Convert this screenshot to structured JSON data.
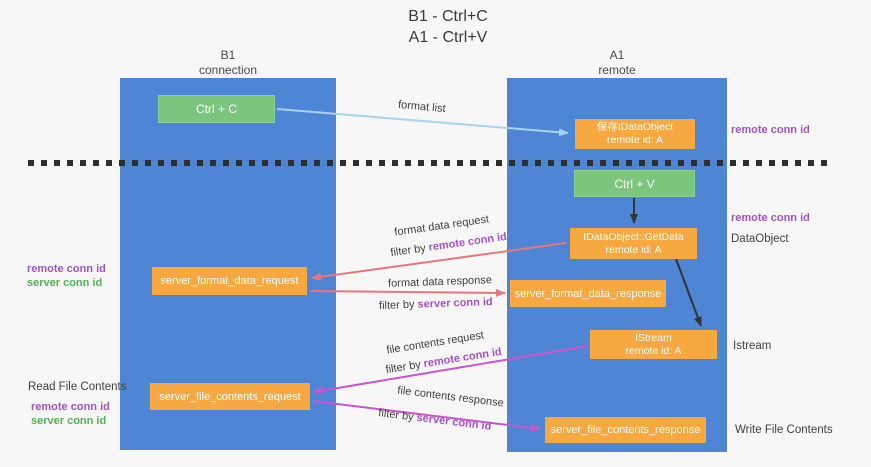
{
  "title": {
    "line1": "B1 - Ctrl+C",
    "line2": "A1 - Ctrl+V"
  },
  "lanes": {
    "left": {
      "name": "B1",
      "role": "connection"
    },
    "right": {
      "name": "A1",
      "role": "remote"
    }
  },
  "nodes": {
    "ctrl_c": {
      "label": "Ctrl + C"
    },
    "ctrl_v": {
      "label": "Ctrl + V"
    },
    "save_dataobject": {
      "line1": "保存IDataObject",
      "line2": "remote id: A"
    },
    "getdata": {
      "line1": "IDataObject::GetData",
      "line2": "remote id: A"
    },
    "istream": {
      "line1": "IStream",
      "line2": "remote id: A"
    },
    "server_format_data_request": {
      "label": "server_format_data_request"
    },
    "server_format_data_response": {
      "label": "server_format_data_response"
    },
    "server_file_contents_request": {
      "label": "server_file_contents_request"
    },
    "server_file_contents_response": {
      "label": "server_file_contents_response"
    }
  },
  "messages": {
    "format_list": "format list",
    "format_data_request": "format data request",
    "format_data_response": "format data response",
    "file_contents_request": "file contents request",
    "file_contents_response": "file contents response",
    "filter_by": "filter by",
    "remote_conn_id": "remote conn id",
    "server_conn_id": "server conn id"
  },
  "annotations": {
    "right_top_remote_conn_id": "remote conn id",
    "right_mid_remote_conn_id": "remote conn id",
    "dataobject": "DataObject",
    "istream": "Istream",
    "write_file_contents": "Write File Contents",
    "read_file_contents": "Read File Contents",
    "left_top": {
      "remote": "remote conn id",
      "server": "server conn id"
    },
    "left_bottom": {
      "remote": "remote conn id",
      "server": "server conn id"
    }
  },
  "colors": {
    "lane_blue": "#4e86d5",
    "box_orange": "#f8a840",
    "box_green": "#7cc57d",
    "arrow_light_blue": "#a9d2ee",
    "arrow_salmon": "#e87680",
    "arrow_magenta": "#cb53cb",
    "arrow_black": "#333333",
    "text_purple": "#a452c5",
    "text_green": "#54b054"
  }
}
